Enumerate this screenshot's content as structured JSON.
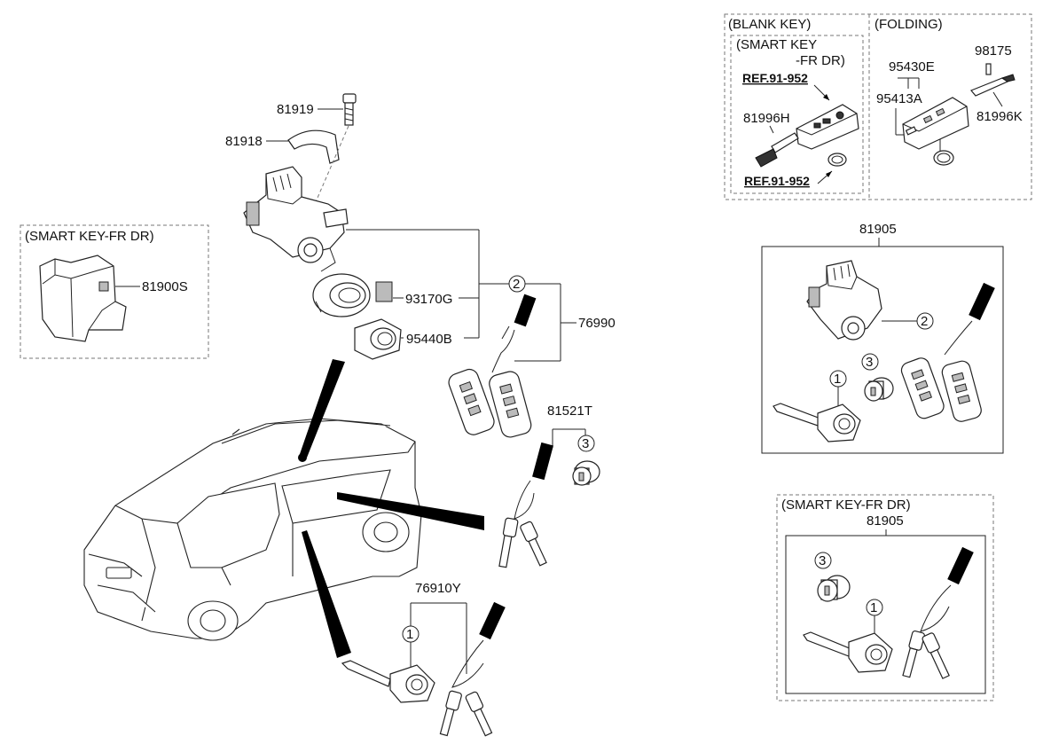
{
  "labels": {
    "p81919": "81919",
    "p81918": "81918",
    "p93170G": "93170G",
    "p95440B": "95440B",
    "p76990": "76990",
    "p81900S": "81900S",
    "p81521T": "81521T",
    "p76910Y": "76910Y",
    "p81905a": "81905",
    "p81905b": "81905",
    "p95430E": "95430E",
    "p98175": "98175",
    "p95413A": "95413A",
    "p81996K": "81996K",
    "p81996H": "81996H",
    "ref1": "REF.91-952",
    "ref2": "REF.91-952"
  },
  "groups": {
    "smart_key_fr_dr_left": "(SMART KEY-FR DR)",
    "blank_key": "(BLANK KEY)",
    "folding": "(FOLDING)",
    "smart_key_line1": "(SMART KEY",
    "smart_key_line2": "-FR DR)",
    "smart_key_fr_dr_right": "(SMART KEY-FR DR)"
  },
  "callouts": {
    "c2_top": "2",
    "c3_top": "3",
    "c1_bottom": "1",
    "c2_kit": "2",
    "c3_kit": "3",
    "c1_kit": "1",
    "c3_smart": "3",
    "c1_smart": "1"
  }
}
